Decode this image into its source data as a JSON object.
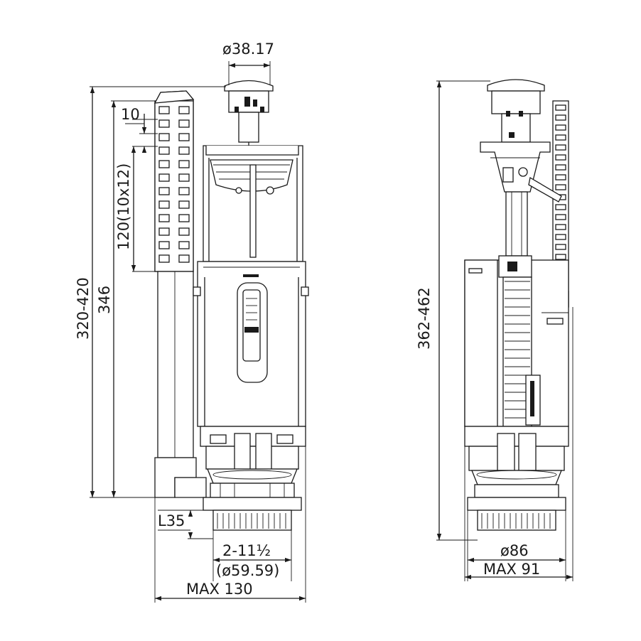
{
  "dimensions": {
    "top_diameter": "ø38.17",
    "step": "10",
    "rack": "120(10x12)",
    "height_range_left": "320-420",
    "height_left": "346",
    "height_range_right": "362-462",
    "thread_length": "L35",
    "thread_size": "2-11½",
    "thread_diameter": "(ø59.59)",
    "max_width_left": "MAX 130",
    "base_diameter": "ø86",
    "max_width_right": "MAX 91"
  }
}
